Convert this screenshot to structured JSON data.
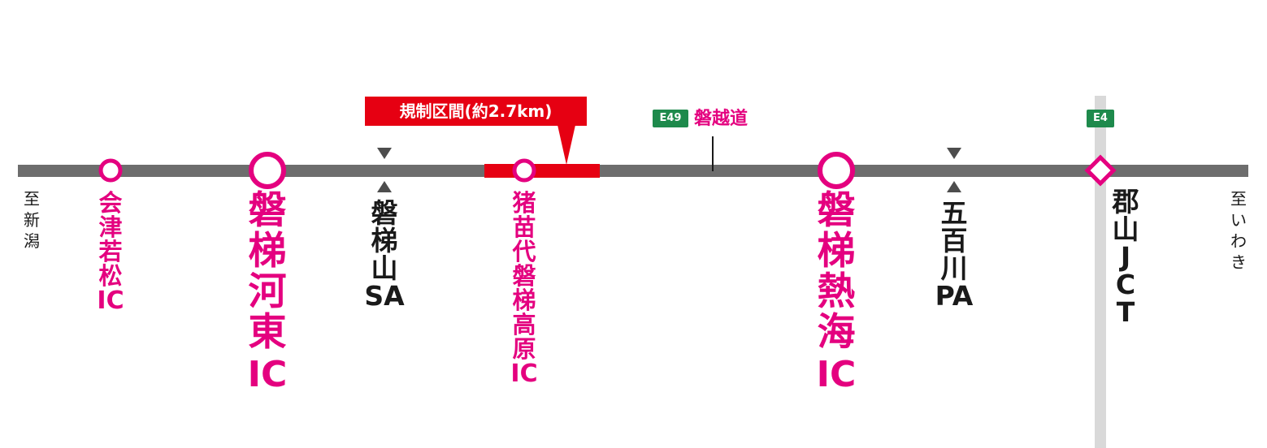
{
  "colors": {
    "road": "#6d6d6d",
    "interchange": "#e4007f",
    "regulation": "#e60012",
    "expressway_sign": "#1e8a4c",
    "crossing_road": "#d9d9d9",
    "dark_text": "#1a1a1a"
  },
  "regulation": {
    "label": "規制区間(約2.7km)"
  },
  "route": {
    "sign": "E49",
    "name": "磐越道"
  },
  "crossing": {
    "sign": "E4"
  },
  "termini": {
    "west": [
      "至",
      "新",
      "潟"
    ],
    "east": [
      "至",
      "い",
      "わ",
      "き"
    ]
  },
  "stations": {
    "aizuwakamatsu_ic": [
      "会",
      "津",
      "若",
      "松",
      "IC"
    ],
    "bandai_kawahigashi_ic": [
      "磐",
      "梯",
      "河",
      "東",
      "IC"
    ],
    "bandaisan_sa": [
      "磐",
      "梯",
      "山",
      "SA"
    ],
    "inawashiro_bandai_kogen_ic": [
      "猪",
      "苗",
      "代",
      "磐",
      "梯",
      "高",
      "原",
      "IC"
    ],
    "bandai_atami_ic": [
      "磐",
      "梯",
      "熱",
      "海",
      "IC"
    ],
    "gohyakugawa_pa": [
      "五",
      "百",
      "川",
      "PA"
    ],
    "koriyama_jct": [
      "郡",
      "山",
      "J",
      "C",
      "T"
    ]
  },
  "icons": {
    "small_ic": "hollow-circle-icon",
    "major_ic": "large-hollow-circle-icon",
    "rest_area": "up-down-triangle-icon",
    "junction": "diamond-icon"
  }
}
